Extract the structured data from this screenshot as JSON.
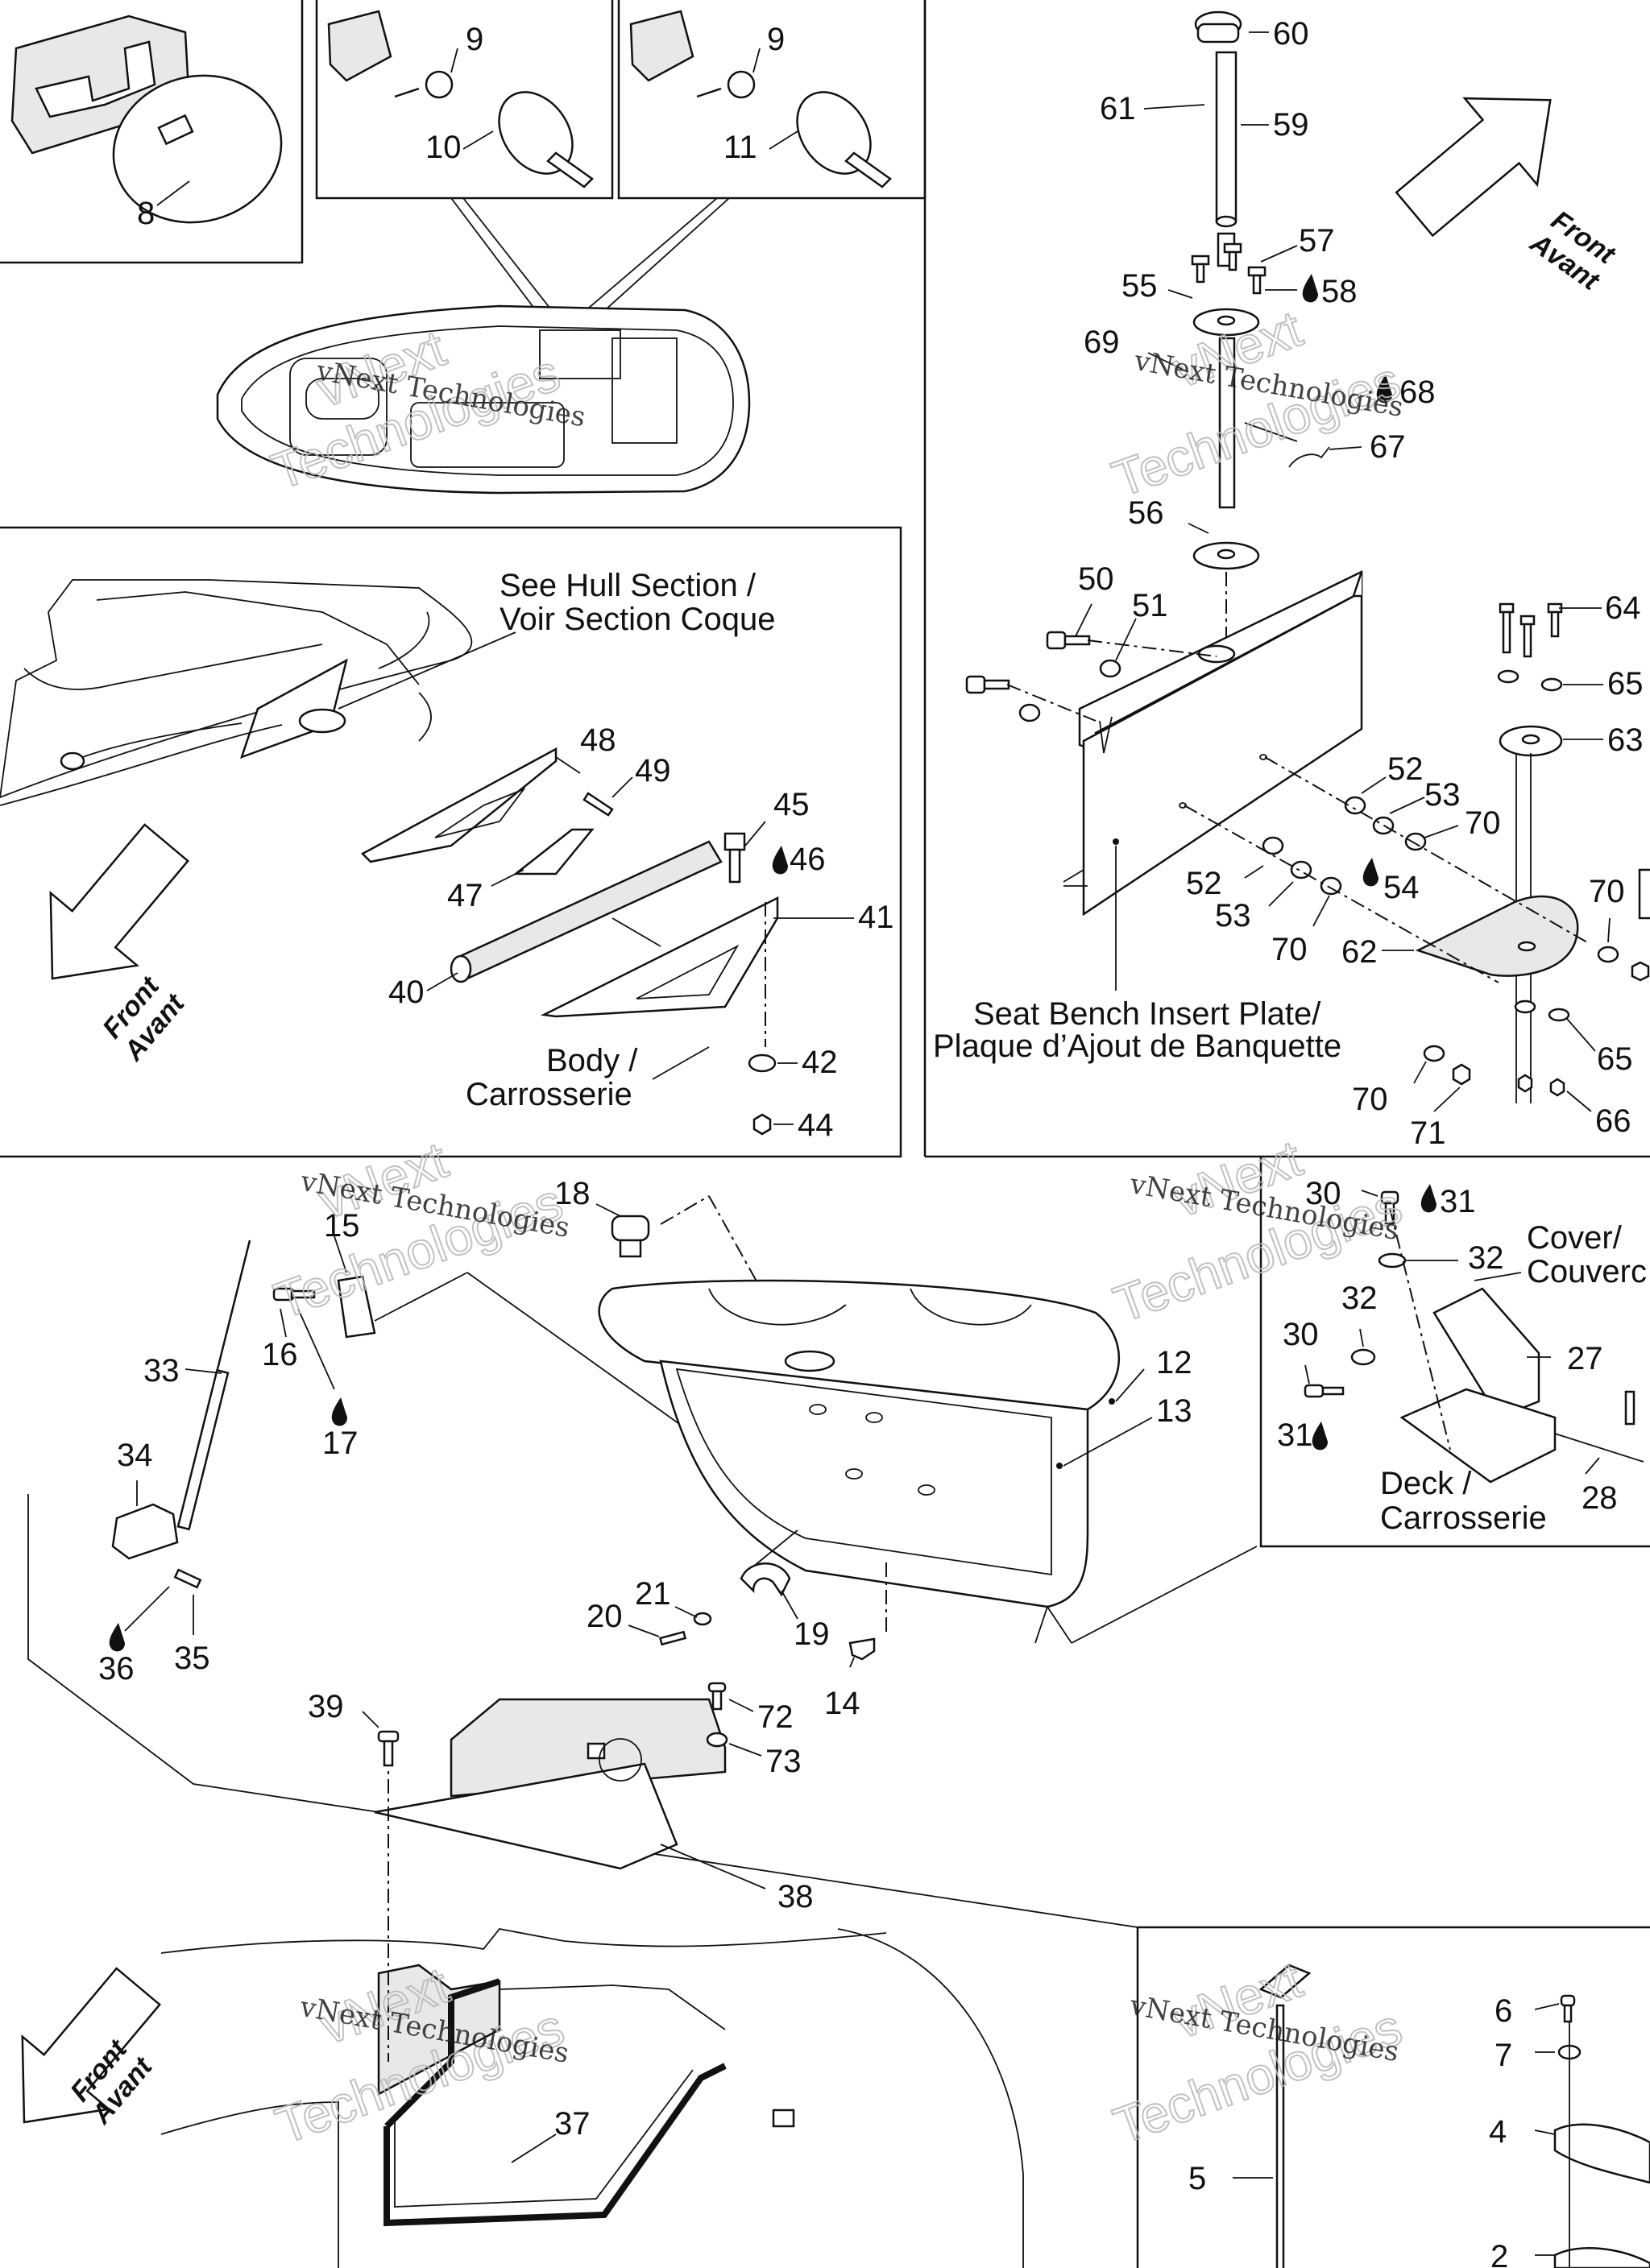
{
  "watermark": {
    "line1": "vNext Technologies",
    "line2a": "vNext",
    "line2b": "Technologies"
  },
  "front_arrow": {
    "line1": "Front",
    "line2": "Avant"
  },
  "captions": {
    "hull_en": "See Hull Section /",
    "hull_fr": "Voir Section Coque",
    "body_en": "Body /",
    "body_fr": "Carrosserie",
    "plate_en": "Seat Bench Insert Plate/",
    "plate_fr": "Plaque d’Ajout de Banquette",
    "cover_en": "Cover/",
    "cover_fr": "Couverc",
    "deck_en": "Deck /",
    "deck_fr": "Carrosserie"
  },
  "callouts": {
    "c8": "8",
    "c9a": "9",
    "c10": "10",
    "c9b": "9",
    "c11": "11",
    "c60": "60",
    "c61": "61",
    "c59": "59",
    "c57": "57",
    "c55": "55",
    "c58": "58",
    "c69": "69",
    "c68": "68",
    "c67": "67",
    "c56": "56",
    "c50": "50",
    "c51": "51",
    "c64": "64",
    "c65a": "65",
    "c63": "63",
    "c52a": "52",
    "c53a": "53",
    "c70a": "70",
    "c52b": "52",
    "c54": "54",
    "c53b": "53",
    "c70b": "70",
    "c70c": "70",
    "c62": "62",
    "c65b": "65",
    "c70d": "70",
    "c71": "71",
    "c66": "66",
    "c48": "48",
    "c49": "49",
    "c45": "45",
    "c46": "46",
    "c47": "47",
    "c41": "41",
    "c40": "40",
    "c42": "42",
    "c44": "44",
    "c18": "18",
    "c15": "15",
    "c16": "16",
    "c17": "17",
    "c33": "33",
    "c12": "12",
    "c13": "13",
    "c34": "34",
    "c35": "35",
    "c36": "36",
    "c21": "21",
    "c20": "20",
    "c19": "19",
    "c14": "14",
    "c30a": "30",
    "c31a": "31",
    "c32a": "32",
    "c32b": "32",
    "c30b": "30",
    "c27": "27",
    "c31b": "31",
    "c28": "28",
    "c39": "39",
    "c72": "72",
    "c73": "73",
    "c38": "38",
    "c37": "37",
    "c6": "6",
    "c7": "7",
    "c4": "4",
    "c5": "5",
    "c2": "2"
  }
}
